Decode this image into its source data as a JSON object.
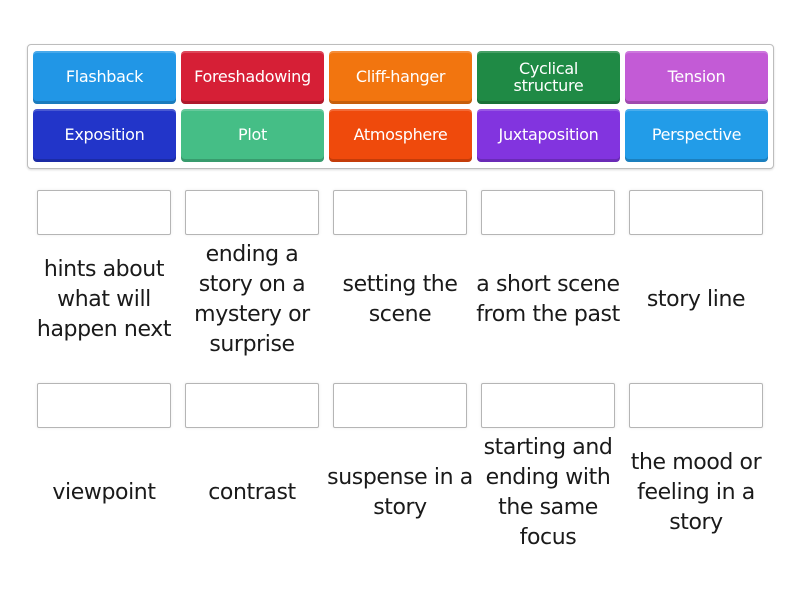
{
  "tiles": [
    {
      "label": "Flashback",
      "color": "#2196e6"
    },
    {
      "label": "Foreshadowing",
      "color": "#d61f36"
    },
    {
      "label": "Cliff-hanger",
      "color": "#f2750f"
    },
    {
      "label": "Cyclical structure",
      "color": "#1f8a45"
    },
    {
      "label": "Tension",
      "color": "#c35bd6"
    },
    {
      "label": "Exposition",
      "color": "#2235c9"
    },
    {
      "label": "Plot",
      "color": "#45be86"
    },
    {
      "label": "Atmosphere",
      "color": "#ef4a0c"
    },
    {
      "label": "Juxtaposition",
      "color": "#8234df"
    },
    {
      "label": "Perspective",
      "color": "#229ce8"
    }
  ],
  "definitions_row1": [
    "hints about what will happen next",
    "ending a story on a mystery or surprise",
    "setting the scene",
    "a short scene from the past",
    "story line"
  ],
  "definitions_row2": [
    "viewpoint",
    "contrast",
    "suspense in a story",
    "starting and ending with the same focus",
    "the mood or feeling in a story"
  ]
}
